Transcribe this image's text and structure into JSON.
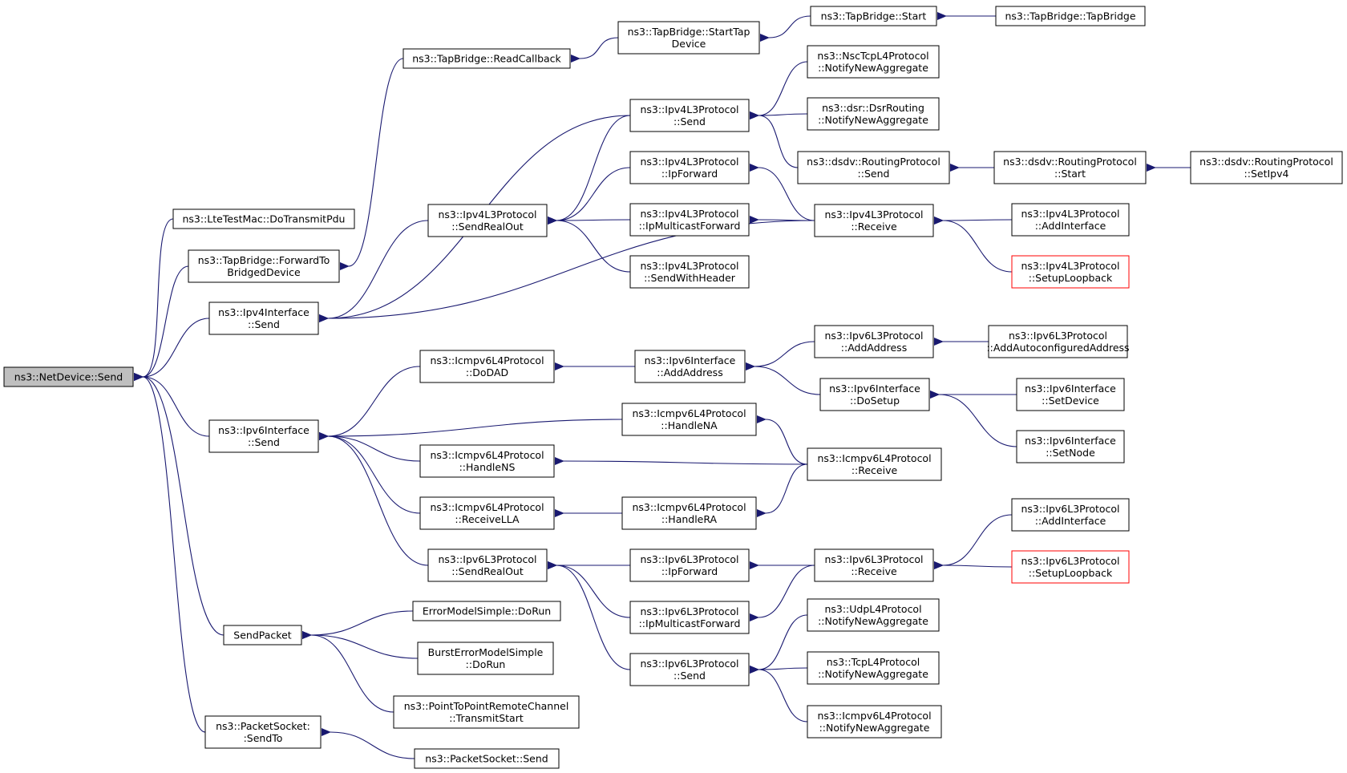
{
  "graph": {
    "edge_color": "#191970",
    "root_fill": "#bfbfbf",
    "truncated_border": "#ff0000",
    "nodes": [
      {
        "id": "nd_send",
        "name": "node-netdevice-send",
        "lines": [
          "ns3::NetDevice::Send"
        ],
        "root": true
      },
      {
        "id": "lte_dtp",
        "name": "node-ltetestmac-dotransmitpdu",
        "lines": [
          "ns3::LteTestMac::DoTransmitPdu"
        ]
      },
      {
        "id": "tb_fwd",
        "name": "node-tapbridge-forwardtobridgeddevice",
        "lines": [
          "ns3::TapBridge::ForwardTo",
          "BridgedDevice"
        ]
      },
      {
        "id": "ipv4if_send",
        "name": "node-ipv4interface-send",
        "lines": [
          "ns3::Ipv4Interface",
          "::Send"
        ]
      },
      {
        "id": "ipv6if_send",
        "name": "node-ipv6interface-send",
        "lines": [
          "ns3::Ipv6Interface",
          "::Send"
        ]
      },
      {
        "id": "sendpacket",
        "name": "node-sendpacket",
        "lines": [
          "SendPacket"
        ]
      },
      {
        "id": "ps_sendto",
        "name": "node-packetsocket-sendto",
        "lines": [
          "ns3::PacketSocket:",
          ":SendTo"
        ]
      },
      {
        "id": "tb_readcb",
        "name": "node-tapbridge-readcallback",
        "lines": [
          "ns3::TapBridge::ReadCallback"
        ]
      },
      {
        "id": "tb_starttap",
        "name": "node-tapbridge-starttapdevice",
        "lines": [
          "ns3::TapBridge::StartTap",
          "Device"
        ]
      },
      {
        "id": "tb_start",
        "name": "node-tapbridge-start",
        "lines": [
          "ns3::TapBridge::Start"
        ]
      },
      {
        "id": "tb_ctor",
        "name": "node-tapbridge-tapbridge",
        "lines": [
          "ns3::TapBridge::TapBridge"
        ]
      },
      {
        "id": "ipv4l3_sro",
        "name": "node-ipv4l3protocol-sendrealout",
        "lines": [
          "ns3::Ipv4L3Protocol",
          "::SendRealOut"
        ]
      },
      {
        "id": "ipv4l3_send",
        "name": "node-ipv4l3protocol-send",
        "lines": [
          "ns3::Ipv4L3Protocol",
          "::Send"
        ]
      },
      {
        "id": "ipv4l3_ipfwd",
        "name": "node-ipv4l3protocol-ipforward",
        "lines": [
          "ns3::Ipv4L3Protocol",
          "::IpForward"
        ]
      },
      {
        "id": "ipv4l3_ipmcast",
        "name": "node-ipv4l3protocol-ipmulticastforward",
        "lines": [
          "ns3::Ipv4L3Protocol",
          "::IpMulticastForward"
        ]
      },
      {
        "id": "ipv4l3_swh",
        "name": "node-ipv4l3protocol-sendwithheader",
        "lines": [
          "ns3::Ipv4L3Protocol",
          "::SendWithHeader"
        ]
      },
      {
        "id": "nsc_na",
        "name": "node-nsctcpl4protocol-notifynewaggregate",
        "lines": [
          "ns3::NscTcpL4Protocol",
          "::NotifyNewAggregate"
        ]
      },
      {
        "id": "dsr_na",
        "name": "node-dsrrouting-notifynewaggregate",
        "lines": [
          "ns3::dsr::DsrRouting",
          "::NotifyNewAggregate"
        ]
      },
      {
        "id": "dsdv_send",
        "name": "node-dsdv-routingprotocol-send",
        "lines": [
          "ns3::dsdv::RoutingProtocol",
          "::Send"
        ]
      },
      {
        "id": "dsdv_start",
        "name": "node-dsdv-routingprotocol-start",
        "lines": [
          "ns3::dsdv::RoutingProtocol",
          "::Start"
        ]
      },
      {
        "id": "dsdv_setipv4",
        "name": "node-dsdv-routingprotocol-setipv4",
        "lines": [
          "ns3::dsdv::RoutingProtocol",
          "::SetIpv4"
        ]
      },
      {
        "id": "ipv4l3_recv",
        "name": "node-ipv4l3protocol-receive",
        "lines": [
          "ns3::Ipv4L3Protocol",
          "::Receive"
        ]
      },
      {
        "id": "ipv4l3_addif",
        "name": "node-ipv4l3protocol-addinterface",
        "lines": [
          "ns3::Ipv4L3Protocol",
          "::AddInterface"
        ]
      },
      {
        "id": "ipv4l3_loop",
        "name": "node-ipv4l3protocol-setuploopback",
        "lines": [
          "ns3::Ipv4L3Protocol",
          "::SetupLoopback"
        ],
        "truncated": true
      },
      {
        "id": "icmp6_dodad",
        "name": "node-icmpv6l4protocol-dodad",
        "lines": [
          "ns3::Icmpv6L4Protocol",
          "::DoDAD"
        ]
      },
      {
        "id": "icmp6_hna",
        "name": "node-icmpv6l4protocol-handlena",
        "lines": [
          "ns3::Icmpv6L4Protocol",
          "::HandleNA"
        ]
      },
      {
        "id": "icmp6_hns",
        "name": "node-icmpv6l4protocol-handlens",
        "lines": [
          "ns3::Icmpv6L4Protocol",
          "::HandleNS"
        ]
      },
      {
        "id": "icmp6_rlla",
        "name": "node-icmpv6l4protocol-receivella",
        "lines": [
          "ns3::Icmpv6L4Protocol",
          "::ReceiveLLA"
        ]
      },
      {
        "id": "ipv6l3_sro",
        "name": "node-ipv6l3protocol-sendrealout",
        "lines": [
          "ns3::Ipv6L3Protocol",
          "::SendRealOut"
        ]
      },
      {
        "id": "ipv6if_addaddr",
        "name": "node-ipv6interface-addaddress",
        "lines": [
          "ns3::Ipv6Interface",
          "::AddAddress"
        ]
      },
      {
        "id": "icmp6_hra",
        "name": "node-icmpv6l4protocol-handlera",
        "lines": [
          "ns3::Icmpv6L4Protocol",
          "::HandleRA"
        ]
      },
      {
        "id": "ipv6l3_ipfwd",
        "name": "node-ipv6l3protocol-ipforward",
        "lines": [
          "ns3::Ipv6L3Protocol",
          "::IpForward"
        ]
      },
      {
        "id": "ipv6l3_ipmcast",
        "name": "node-ipv6l3protocol-ipmulticastforward",
        "lines": [
          "ns3::Ipv6L3Protocol",
          "::IpMulticastForward"
        ]
      },
      {
        "id": "ipv6l3_send",
        "name": "node-ipv6l3protocol-send",
        "lines": [
          "ns3::Ipv6L3Protocol",
          "::Send"
        ]
      },
      {
        "id": "ipv6l3_addaddr",
        "name": "node-ipv6l3protocol-addaddress",
        "lines": [
          "ns3::Ipv6L3Protocol",
          "::AddAddress"
        ]
      },
      {
        "id": "ipv6if_dosetup",
        "name": "node-ipv6interface-dosetup",
        "lines": [
          "ns3::Ipv6Interface",
          "::DoSetup"
        ]
      },
      {
        "id": "icmp6_recv",
        "name": "node-icmpv6l4protocol-receive",
        "lines": [
          "ns3::Icmpv6L4Protocol",
          "::Receive"
        ]
      },
      {
        "id": "ipv6l3_recv",
        "name": "node-ipv6l3protocol-receive",
        "lines": [
          "ns3::Ipv6L3Protocol",
          "::Receive"
        ]
      },
      {
        "id": "udp_na",
        "name": "node-udpl4protocol-notifynewaggregate",
        "lines": [
          "ns3::UdpL4Protocol",
          "::NotifyNewAggregate"
        ]
      },
      {
        "id": "tcp_na",
        "name": "node-tcpl4protocol-notifynewaggregate",
        "lines": [
          "ns3::TcpL4Protocol",
          "::NotifyNewAggregate"
        ]
      },
      {
        "id": "icmp6_na",
        "name": "node-icmpv6l4protocol-notifynewaggregate",
        "lines": [
          "ns3::Icmpv6L4Protocol",
          "::NotifyNewAggregate"
        ]
      },
      {
        "id": "ipv6l3_autoaddr",
        "name": "node-ipv6l3protocol-addautoconfiguredaddress",
        "lines": [
          "ns3::Ipv6L3Protocol",
          "::AddAutoconfiguredAddress"
        ]
      },
      {
        "id": "ipv6if_setdev",
        "name": "node-ipv6interface-setdevice",
        "lines": [
          "ns3::Ipv6Interface",
          "::SetDevice"
        ]
      },
      {
        "id": "ipv6if_setnode",
        "name": "node-ipv6interface-setnode",
        "lines": [
          "ns3::Ipv6Interface",
          "::SetNode"
        ]
      },
      {
        "id": "ipv6l3_addif",
        "name": "node-ipv6l3protocol-addinterface",
        "lines": [
          "ns3::Ipv6L3Protocol",
          "::AddInterface"
        ]
      },
      {
        "id": "ipv6l3_loop",
        "name": "node-ipv6l3protocol-setuploopback",
        "lines": [
          "ns3::Ipv6L3Protocol",
          "::SetupLoopback"
        ],
        "truncated": true
      },
      {
        "id": "ems_dorun",
        "name": "node-errormodelsimple-dorun",
        "lines": [
          "ErrorModelSimple::DoRun"
        ]
      },
      {
        "id": "bems_dorun",
        "name": "node-bursterrormodelsimple-dorun",
        "lines": [
          "BurstErrorModelSimple",
          "::DoRun"
        ]
      },
      {
        "id": "p2p_ts",
        "name": "node-pointtopointremotechannel-transmitstart",
        "lines": [
          "ns3::PointToPointRemoteChannel",
          "::TransmitStart"
        ]
      },
      {
        "id": "ps_send",
        "name": "node-packetsocket-send",
        "lines": [
          "ns3::PacketSocket::Send"
        ]
      }
    ],
    "edges": [
      [
        "nd_send",
        "lte_dtp"
      ],
      [
        "nd_send",
        "tb_fwd"
      ],
      [
        "nd_send",
        "ipv4if_send"
      ],
      [
        "nd_send",
        "ipv6if_send"
      ],
      [
        "nd_send",
        "sendpacket"
      ],
      [
        "nd_send",
        "ps_sendto"
      ],
      [
        "tb_fwd",
        "tb_readcb"
      ],
      [
        "tb_readcb",
        "tb_starttap"
      ],
      [
        "tb_starttap",
        "tb_start"
      ],
      [
        "tb_start",
        "tb_ctor"
      ],
      [
        "ipv4if_send",
        "ipv4l3_send"
      ],
      [
        "ipv4if_send",
        "ipv4l3_sro"
      ],
      [
        "ipv4if_send",
        "ipv4l3_recv"
      ],
      [
        "ipv4l3_sro",
        "ipv4l3_send"
      ],
      [
        "ipv4l3_sro",
        "ipv4l3_ipfwd"
      ],
      [
        "ipv4l3_sro",
        "ipv4l3_ipmcast"
      ],
      [
        "ipv4l3_sro",
        "ipv4l3_swh"
      ],
      [
        "ipv4l3_send",
        "nsc_na"
      ],
      [
        "ipv4l3_send",
        "dsr_na"
      ],
      [
        "ipv4l3_send",
        "dsdv_send"
      ],
      [
        "dsdv_send",
        "dsdv_start"
      ],
      [
        "dsdv_start",
        "dsdv_setipv4"
      ],
      [
        "ipv4l3_ipfwd",
        "ipv4l3_recv"
      ],
      [
        "ipv4l3_ipmcast",
        "ipv4l3_recv"
      ],
      [
        "ipv4l3_recv",
        "ipv4l3_addif"
      ],
      [
        "ipv4l3_recv",
        "ipv4l3_loop"
      ],
      [
        "ipv6if_send",
        "icmp6_dodad"
      ],
      [
        "ipv6if_send",
        "icmp6_hna"
      ],
      [
        "ipv6if_send",
        "icmp6_hns"
      ],
      [
        "ipv6if_send",
        "icmp6_rlla"
      ],
      [
        "ipv6if_send",
        "ipv6l3_sro"
      ],
      [
        "icmp6_dodad",
        "ipv6if_addaddr"
      ],
      [
        "ipv6if_addaddr",
        "ipv6l3_addaddr"
      ],
      [
        "ipv6if_addaddr",
        "ipv6if_dosetup"
      ],
      [
        "ipv6l3_addaddr",
        "ipv6l3_autoaddr"
      ],
      [
        "ipv6if_dosetup",
        "ipv6if_setdev"
      ],
      [
        "ipv6if_dosetup",
        "ipv6if_setnode"
      ],
      [
        "icmp6_hna",
        "icmp6_recv"
      ],
      [
        "icmp6_hns",
        "icmp6_recv"
      ],
      [
        "icmp6_rlla",
        "icmp6_hra"
      ],
      [
        "icmp6_hra",
        "icmp6_recv"
      ],
      [
        "ipv6l3_sro",
        "ipv6l3_ipfwd"
      ],
      [
        "ipv6l3_sro",
        "ipv6l3_ipmcast"
      ],
      [
        "ipv6l3_sro",
        "ipv6l3_send"
      ],
      [
        "ipv6l3_ipfwd",
        "ipv6l3_recv"
      ],
      [
        "ipv6l3_ipmcast",
        "ipv6l3_recv"
      ],
      [
        "ipv6l3_recv",
        "ipv6l3_addif"
      ],
      [
        "ipv6l3_recv",
        "ipv6l3_loop"
      ],
      [
        "ipv6l3_send",
        "udp_na"
      ],
      [
        "ipv6l3_send",
        "tcp_na"
      ],
      [
        "ipv6l3_send",
        "icmp6_na"
      ],
      [
        "sendpacket",
        "ems_dorun"
      ],
      [
        "sendpacket",
        "bems_dorun"
      ],
      [
        "sendpacket",
        "p2p_ts"
      ],
      [
        "ps_sendto",
        "ps_send"
      ]
    ]
  }
}
